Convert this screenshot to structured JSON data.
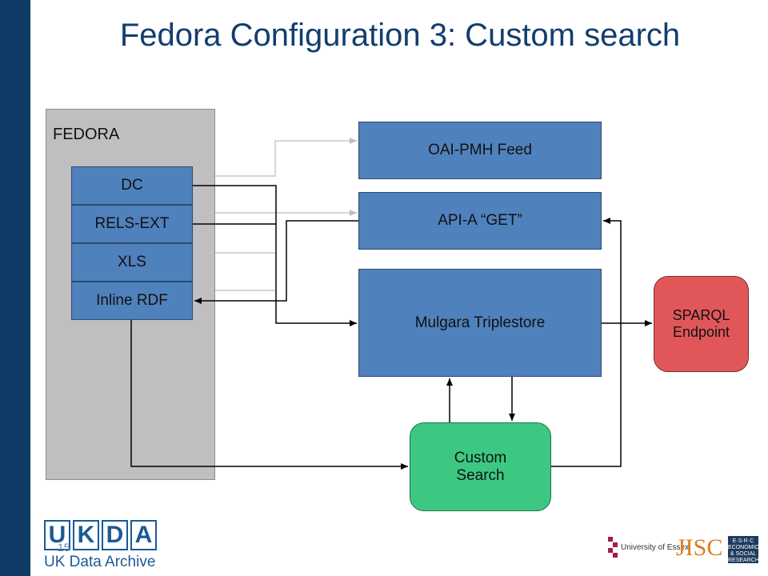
{
  "title": "Fedora Configuration 3: Custom search",
  "fedora": {
    "label": "FEDORA",
    "datastreams": [
      "DC",
      "RELS-EXT",
      "XLS",
      "Inline RDF"
    ]
  },
  "boxes": {
    "oai": "OAI-PMH Feed",
    "api": "API-A “GET”",
    "mulgara": "Mulgara Triplestore",
    "sparql_line1": "SPARQL",
    "sparql_line2": "Endpoint",
    "custom_line1": "Custom",
    "custom_line2": "Search"
  },
  "footer": {
    "ukda_letters": [
      "U",
      "K",
      "D",
      "A"
    ],
    "ukda_name": "UK Data Archive",
    "slide_number": "15",
    "essex": "University of Essex",
    "jisc": "JISC",
    "esrc": "E·S·R·C ECONOMIC & SOCIAL RESEARCH COUNCIL"
  },
  "colors": {
    "sidebar": "#0f3a66",
    "title": "#123e6e",
    "box_blue": "#4f81bd",
    "sparql_red": "#e15759",
    "custom_green": "#3cc883",
    "panel_gray": "#bfbfbf"
  }
}
